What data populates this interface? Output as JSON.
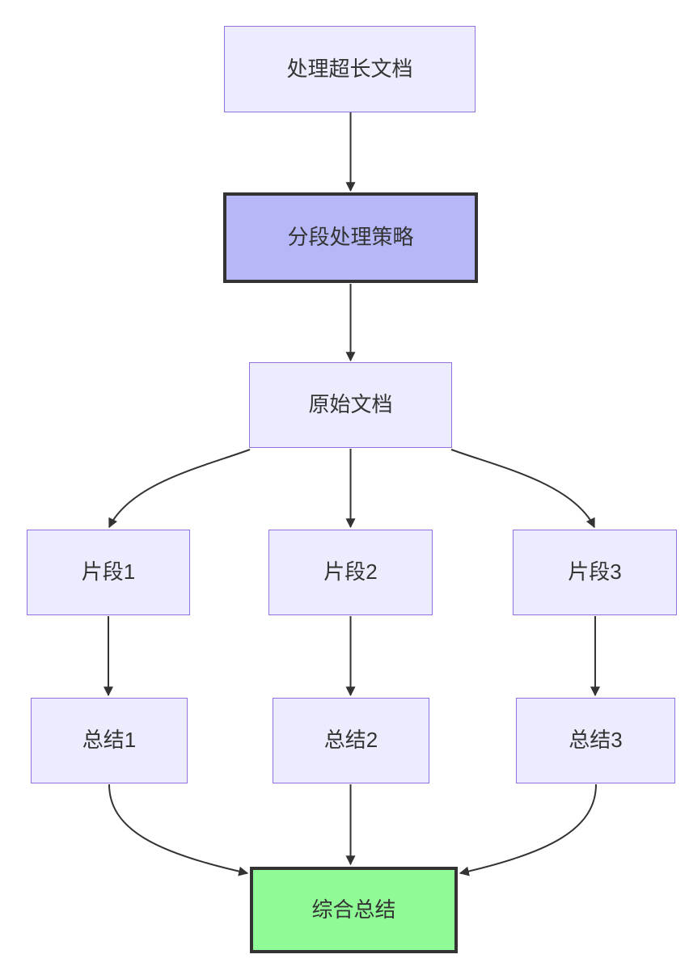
{
  "diagram": {
    "type": "flowchart",
    "direction": "top-down",
    "nodes": [
      {
        "id": "A",
        "label": "处理超长文档",
        "style": "default"
      },
      {
        "id": "B",
        "label": "分段处理策略",
        "style": "emphasis"
      },
      {
        "id": "C",
        "label": "原始文档",
        "style": "default"
      },
      {
        "id": "D",
        "label": "片段1",
        "style": "default"
      },
      {
        "id": "E",
        "label": "片段2",
        "style": "default"
      },
      {
        "id": "F",
        "label": "片段3",
        "style": "default"
      },
      {
        "id": "G",
        "label": "总结1",
        "style": "default"
      },
      {
        "id": "H",
        "label": "总结2",
        "style": "default"
      },
      {
        "id": "I",
        "label": "总结3",
        "style": "default"
      },
      {
        "id": "J",
        "label": "综合总结",
        "style": "success"
      }
    ],
    "edges": [
      {
        "from": "A",
        "to": "B",
        "type": "arrow"
      },
      {
        "from": "B",
        "to": "C",
        "type": "arrow"
      },
      {
        "from": "C",
        "to": "D",
        "type": "arrow"
      },
      {
        "from": "C",
        "to": "E",
        "type": "arrow"
      },
      {
        "from": "C",
        "to": "F",
        "type": "arrow"
      },
      {
        "from": "D",
        "to": "G",
        "type": "arrow"
      },
      {
        "from": "E",
        "to": "H",
        "type": "arrow"
      },
      {
        "from": "F",
        "to": "I",
        "type": "arrow"
      },
      {
        "from": "G",
        "to": "J",
        "type": "arrow"
      },
      {
        "from": "H",
        "to": "J",
        "type": "arrow"
      },
      {
        "from": "I",
        "to": "J",
        "type": "arrow"
      }
    ]
  },
  "colors": {
    "canvas_bg": "#FFFFFF",
    "node_fill": "#ECECFF",
    "node_border": "#9370DB",
    "emphasis_fill": "#B6B7F6",
    "success_fill": "#90FB96",
    "strong_border": "#333333",
    "edge_stroke": "#333333",
    "text_color": "#333333"
  }
}
